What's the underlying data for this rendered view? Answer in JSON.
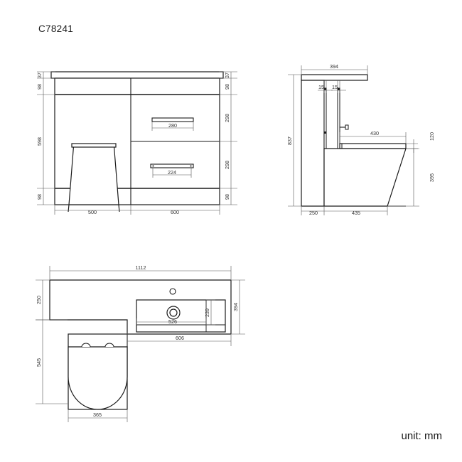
{
  "drawing": {
    "title": "C78241",
    "unit_note": "unit: mm",
    "line_color": "#1a1a1a",
    "dim_color": "#555555",
    "background": "#ffffff"
  },
  "views": {
    "front": {
      "name": "front-elevation",
      "dimensions_left": [
        {
          "value": "37"
        },
        {
          "value": "98"
        },
        {
          "value": "598"
        },
        {
          "value": "98"
        }
      ],
      "dimensions_right": [
        {
          "value": "37"
        },
        {
          "value": "98"
        },
        {
          "value": "298"
        },
        {
          "value": "298"
        },
        {
          "value": "98"
        }
      ],
      "dimensions_bottom": [
        {
          "value": "500"
        },
        {
          "value": "600"
        }
      ],
      "handle_upper": "280",
      "handle_lower": "224"
    },
    "side": {
      "name": "side-elevation",
      "dim_top_width": "394",
      "dim_gap_left": "15",
      "dim_gap_right": "15",
      "dim_height_overall": "837",
      "dim_seat_depth": "430",
      "dim_seat_thickness": "120",
      "dim_bowl_height": "395",
      "dimensions_bottom": [
        {
          "value": "250"
        },
        {
          "value": "435"
        }
      ]
    },
    "plan": {
      "name": "plan-view",
      "dim_overall_width": "1112",
      "dim_left_depth": "250",
      "dim_right_depth": "394",
      "dim_basin_inner_depth": "239",
      "dim_basin_inner_width": "526",
      "dim_basin_width": "606",
      "dim_toilet_depth": "545",
      "dim_toilet_width": "365"
    }
  }
}
